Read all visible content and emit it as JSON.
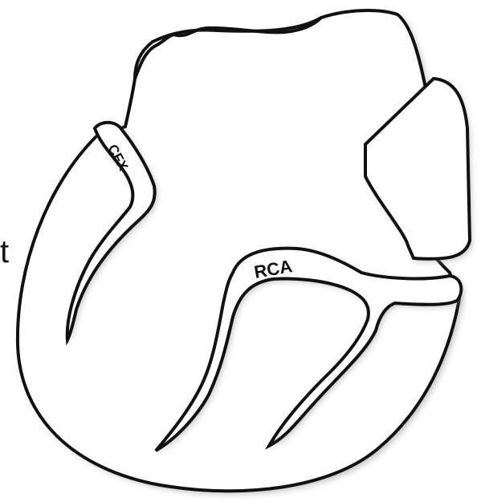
{
  "diagram": {
    "partial_edge_text": "t",
    "labels": {
      "cfx": "CFX",
      "rca": "RCA"
    },
    "colors": {
      "outline": "#111111",
      "fill": "#ffffff",
      "shadow": "#9a9a9a"
    }
  }
}
